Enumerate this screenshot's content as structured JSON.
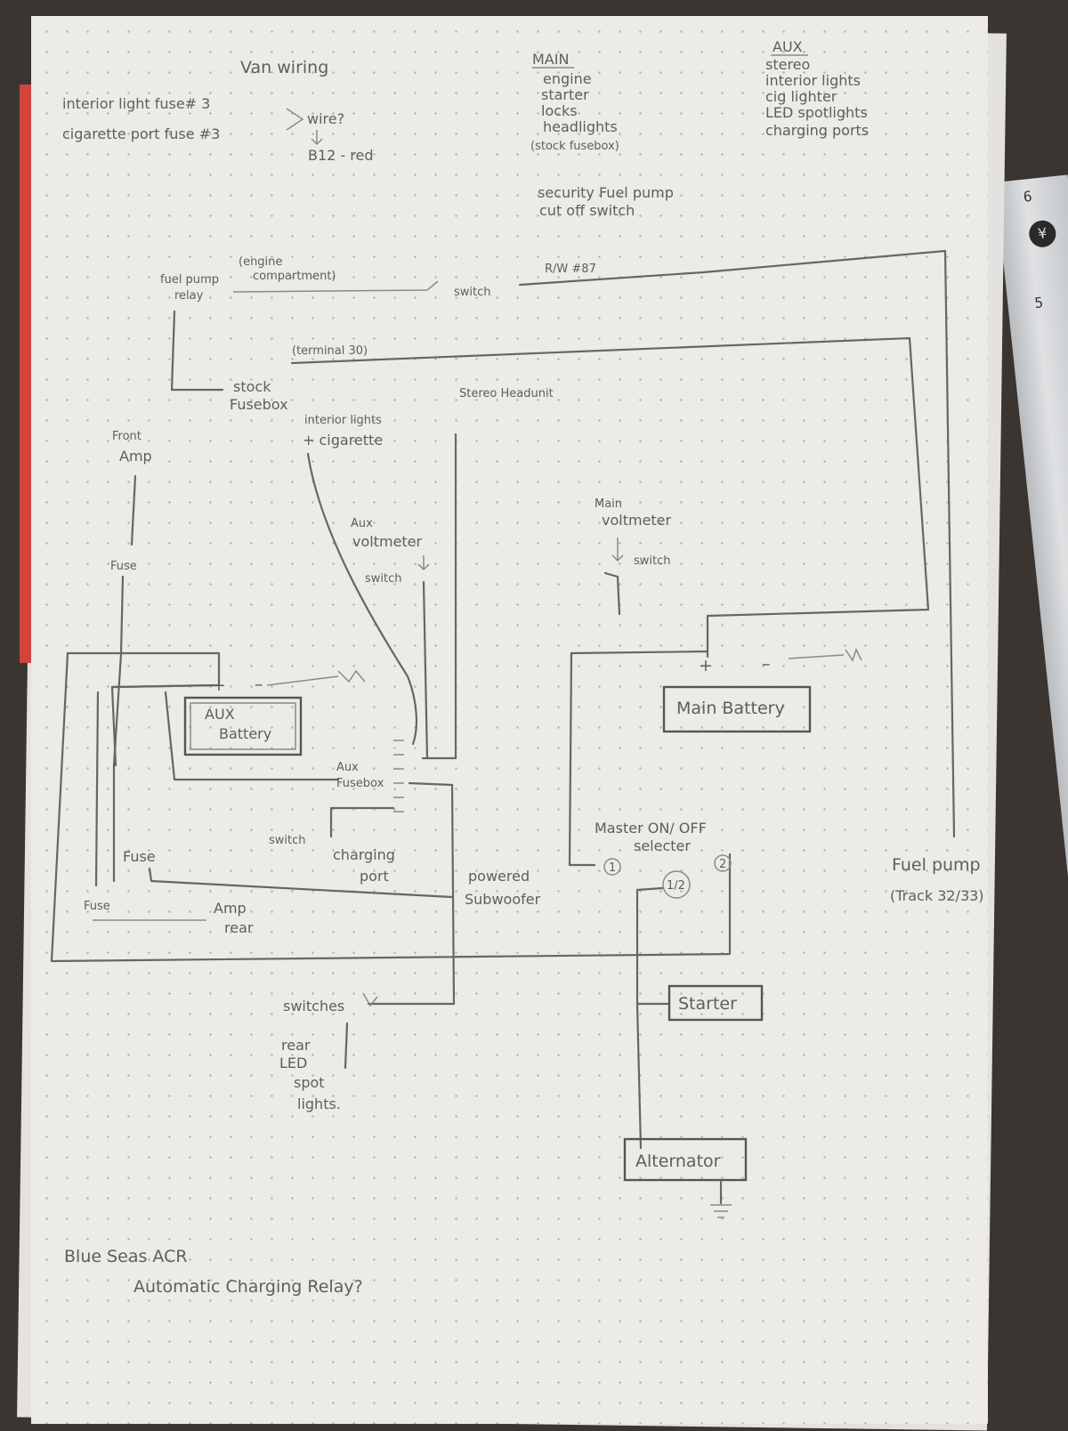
{
  "title": "Van wiring",
  "notes": {
    "line1": "interior light  fuse# 3",
    "line2": "cigarette  port  fuse #3",
    "wire_q": "wire?",
    "b12": "B12 - red"
  },
  "main_list": {
    "heading": "MAIN",
    "items": [
      "engine",
      "starter",
      "locks",
      "headlights",
      "(stock fusebox)"
    ]
  },
  "aux_list": {
    "heading": "AUX",
    "items": [
      "stereo",
      "interior lights",
      "cig lighter",
      "LED spotlights",
      "charging ports"
    ]
  },
  "security": [
    "security  Fuel pump",
    "cut off  switch"
  ],
  "labels": {
    "fuel_pump_relay_1": "fuel pump",
    "fuel_pump_relay_2": "relay",
    "engine_comp_1": "(engine",
    "engine_comp_2": "compartment)",
    "switch_top": "switch",
    "rw87": "R/W     #87",
    "terminal30": "(terminal 30)",
    "stock_fusebox_1": "stock",
    "stock_fusebox_2": "Fusebox",
    "stereo_headunit": "Stereo Headunit",
    "interior_1": "interior lights",
    "interior_2": "+ cigarette",
    "front_amp_1": "Front",
    "front_amp_2": "Amp",
    "fuse_front": "Fuse",
    "aux_volt_1": "Aux",
    "aux_volt_2": "voltmeter",
    "aux_switch": "switch",
    "main_volt_1": "Main",
    "main_volt_2": "voltmeter",
    "main_switch": "switch",
    "aux_battery_1": "AUX",
    "aux_battery_2": "Battery",
    "main_battery": "Main Battery",
    "aux_fusebox_1": "Aux",
    "aux_fusebox_2": "Fusebox",
    "switch_charging": "switch",
    "charging_1": "charging",
    "charging_2": "port",
    "fuse_mid": "Fuse",
    "fuse_low": "Fuse",
    "amp_rear_1": "Amp",
    "amp_rear_2": "rear",
    "powered_1": "powered",
    "powered_2": "Subwoofer",
    "master_1": "Master  ON/ OFF",
    "master_2": "selecter",
    "pos1": "1",
    "pos2": "2",
    "pos12": "1/2",
    "fuel_pump_1": "Fuel pump",
    "fuel_pump_2": "(Track 32/33)",
    "switches": "switches",
    "rear_1": "rear",
    "rear_2": "LED",
    "rear_3": "spot",
    "rear_4": "lights.",
    "starter": "Starter",
    "alternator": "Alternator",
    "plus_aux": "+",
    "minus_aux": "–",
    "plus_main": "+",
    "minus_main": "–"
  },
  "footer": {
    "line1": "Blue  Seas   ACR",
    "line2": "Automatic  Charging  Relay?"
  },
  "ruler": {
    "mark1": "6",
    "mark2": "5",
    "badge": "¥"
  }
}
